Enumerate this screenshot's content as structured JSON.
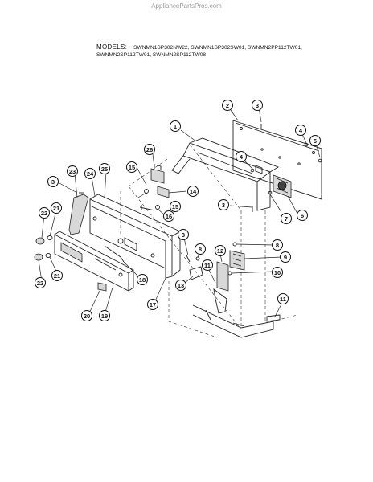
{
  "watermark": "AppliancePartsPros.com",
  "models_label": "MODELS:",
  "models_line1": "SWNMN1SP302NW22, SWNMN1SP302SW01, SWNMN2PP112TW01,",
  "models_line2": "SWNMN2SP112TW01, SWNMN2SP112TW08",
  "callouts": [
    {
      "id": "c1",
      "label": "1"
    },
    {
      "id": "c2",
      "label": "2"
    },
    {
      "id": "c3a",
      "label": "3"
    },
    {
      "id": "c4a",
      "label": "4"
    },
    {
      "id": "c5",
      "label": "5"
    },
    {
      "id": "c4b",
      "label": "4"
    },
    {
      "id": "c26",
      "label": "26"
    },
    {
      "id": "c15a",
      "label": "15"
    },
    {
      "id": "c14",
      "label": "14"
    },
    {
      "id": "c3b",
      "label": "3"
    },
    {
      "id": "c7",
      "label": "7"
    },
    {
      "id": "c6",
      "label": "6"
    },
    {
      "id": "c3c",
      "label": "3"
    },
    {
      "id": "c23",
      "label": "23"
    },
    {
      "id": "c24",
      "label": "24"
    },
    {
      "id": "c25",
      "label": "25"
    },
    {
      "id": "c15b",
      "label": "15"
    },
    {
      "id": "c16",
      "label": "16"
    },
    {
      "id": "c22a",
      "label": "22"
    },
    {
      "id": "c21a",
      "label": "21"
    },
    {
      "id": "c3d",
      "label": "3"
    },
    {
      "id": "c8a",
      "label": "8"
    },
    {
      "id": "c8b",
      "label": "8"
    },
    {
      "id": "c12",
      "label": "12"
    },
    {
      "id": "c9",
      "label": "9"
    },
    {
      "id": "c11a",
      "label": "11"
    },
    {
      "id": "c13",
      "label": "13"
    },
    {
      "id": "c10",
      "label": "10"
    },
    {
      "id": "c21b",
      "label": "21"
    },
    {
      "id": "c22b",
      "label": "22"
    },
    {
      "id": "c18",
      "label": "18"
    },
    {
      "id": "c17",
      "label": "17"
    },
    {
      "id": "c11b",
      "label": "11"
    },
    {
      "id": "c20",
      "label": "20"
    },
    {
      "id": "c19",
      "label": "19"
    }
  ]
}
